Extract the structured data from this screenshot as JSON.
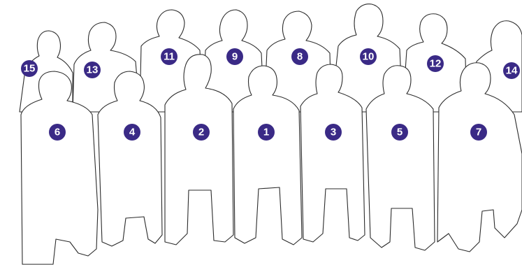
{
  "badge_color": "#3a2a86",
  "outline_color": "#2b2b2b",
  "people": [
    {
      "id": "p15",
      "number": "15"
    },
    {
      "id": "p13",
      "number": "13"
    },
    {
      "id": "p11",
      "number": "11"
    },
    {
      "id": "p9",
      "number": "9"
    },
    {
      "id": "p8",
      "number": "8"
    },
    {
      "id": "p10",
      "number": "10"
    },
    {
      "id": "p12",
      "number": "12"
    },
    {
      "id": "p14",
      "number": "14"
    },
    {
      "id": "p6",
      "number": "6"
    },
    {
      "id": "p4",
      "number": "4"
    },
    {
      "id": "p2",
      "number": "2"
    },
    {
      "id": "p1",
      "number": "1"
    },
    {
      "id": "p3",
      "number": "3"
    },
    {
      "id": "p5",
      "number": "5"
    },
    {
      "id": "p7",
      "number": "7"
    }
  ]
}
